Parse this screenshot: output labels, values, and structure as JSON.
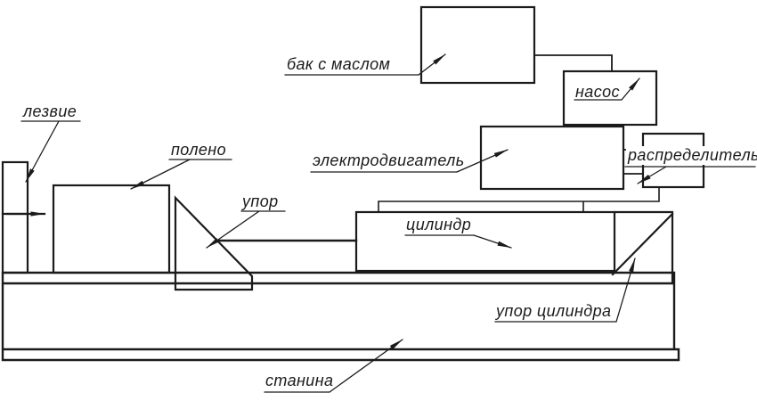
{
  "diagram": {
    "type": "technical-schematic",
    "subject": "hydraulic log splitter scheme",
    "labels": {
      "blade": "лезвие",
      "log": "полено",
      "pusher": "упор",
      "oil_tank": "бак с маслом",
      "pump": "насос",
      "motor": "электродвигатель",
      "distributor": "распределитель",
      "cylinder": "цилиндр",
      "cylinder_stop": "упор цилиндра",
      "frame": "станина"
    },
    "colors": {
      "line": "#1b1b1b",
      "background": "#ffffff"
    }
  }
}
